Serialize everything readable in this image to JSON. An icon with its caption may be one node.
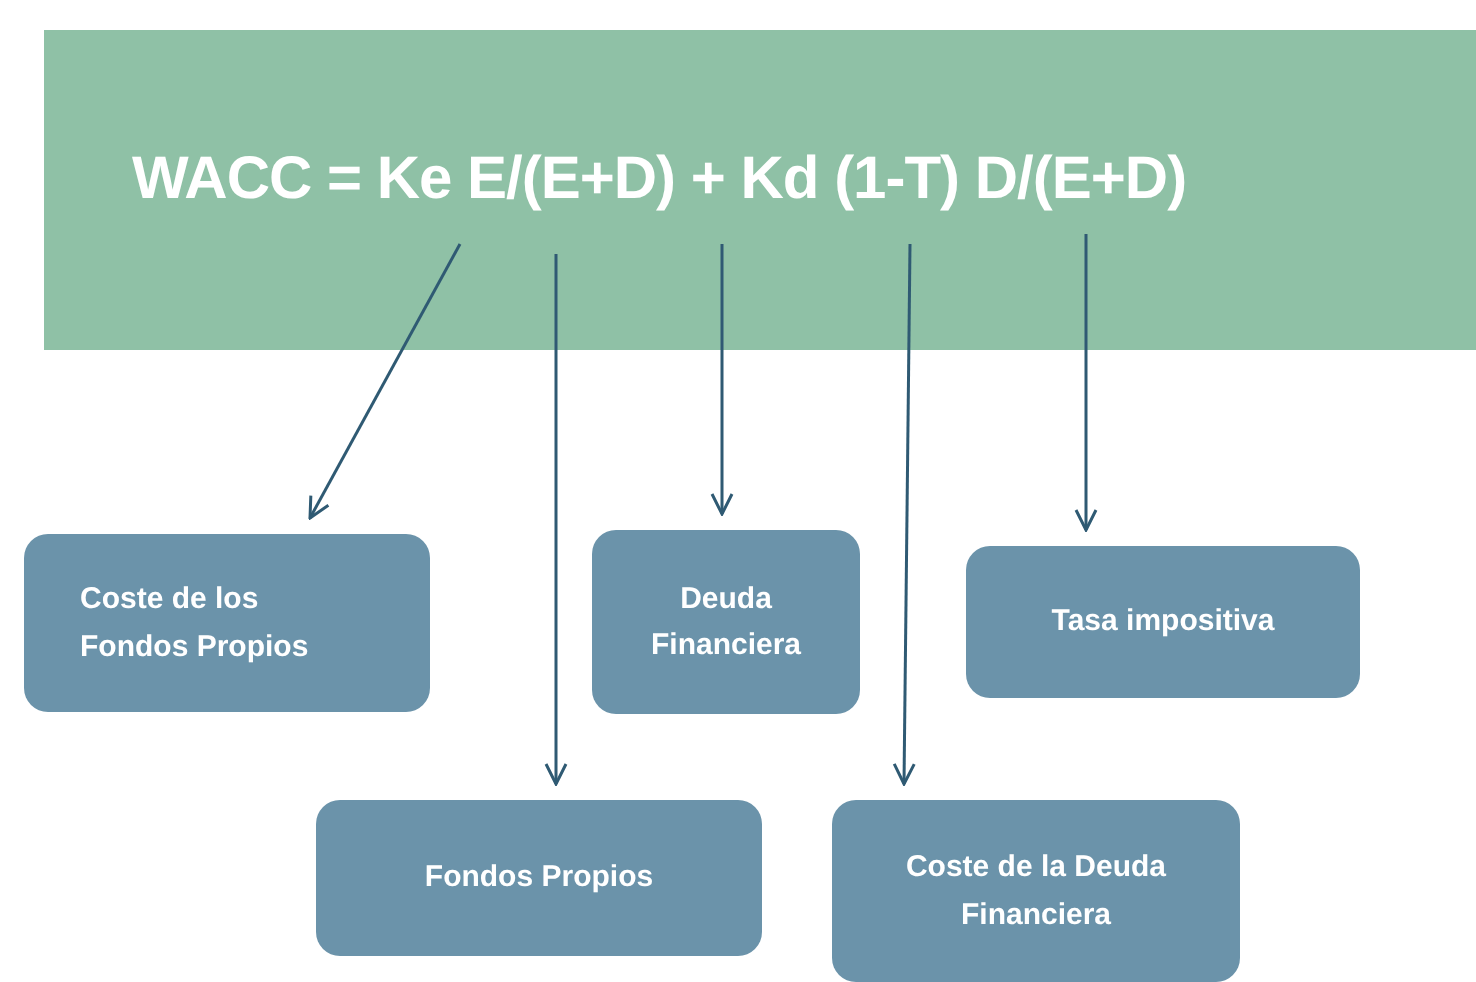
{
  "diagram": {
    "nodes": [
      {
        "text": [
          "WACC = Ke E/(E+D) + Kd (1-T) D/(E+D)"
        ]
      },
      {
        "text": [
          "Coste de los Fondos Propios"
        ]
      },
      {
        "text": [
          "Deuda Financiera"
        ]
      },
      {
        "text": [
          "Tasa impositiva"
        ]
      },
      {
        "text": [
          "Fondos Propios"
        ]
      },
      {
        "text": [
          "Coste de la Deuda Financiera"
        ]
      }
    ],
    "edges": [
      {
        "from": 0,
        "to": 1,
        "arrow": "to"
      },
      {
        "from": 0,
        "to": 4,
        "arrow": "to"
      },
      {
        "from": 0,
        "to": 2,
        "arrow": "to"
      },
      {
        "from": 0,
        "to": 5,
        "arrow": "to"
      },
      {
        "from": 0,
        "to": 3,
        "arrow": "to"
      }
    ]
  }
}
